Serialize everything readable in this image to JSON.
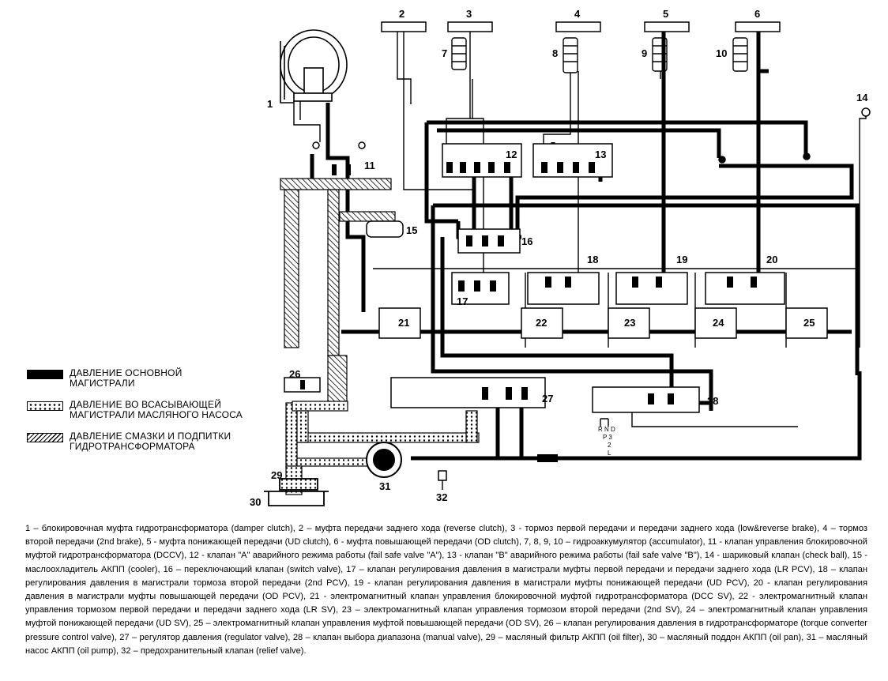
{
  "labels": {
    "n1": "1",
    "n2": "2",
    "n3": "3",
    "n4": "4",
    "n5": "5",
    "n6": "6",
    "n7": "7",
    "n8": "8",
    "n9": "9",
    "n10": "10",
    "n11": "11",
    "n12": "12",
    "n13": "13",
    "n14": "14",
    "n15": "15",
    "n16": "16",
    "n17": "17",
    "n18": "18",
    "n19": "19",
    "n20": "20",
    "n21": "21",
    "n22": "22",
    "n23": "23",
    "n24": "24",
    "n25": "25",
    "n26": "26",
    "n27": "27",
    "n28": "28",
    "n29": "29",
    "n30": "30",
    "n31": "31",
    "n32": "32"
  },
  "selector_positions": [
    "R N D",
    "P 3",
    "2",
    "L"
  ],
  "legend": [
    {
      "style": "main",
      "text": "ДАВЛЕНИЕ ОСНОВНОЙ\nМАГИСТРАЛИ"
    },
    {
      "style": "suction",
      "text": "ДАВЛЕНИЕ ВО ВСАСЫВАЮЩЕЙ\nМАГИСТРАЛИ МАСЛЯНОГО НАСОСА"
    },
    {
      "style": "lube",
      "text": "ДАВЛЕНИЕ СМАЗКИ И ПОДПИТКИ\nГИДРОТРАНСФОРМАТОРА"
    }
  ],
  "caption": "1 – блокировочная муфта гидротрансформатора (damper clutch), 2 – муфта передачи заднего хода (reverse clutch), 3 - тормоз первой передачи и передачи заднего хода (low&reverse brake), 4 – тормоз второй передачи (2nd brake), 5 - муфта понижающей передачи (UD clutch), 6 - муфта повышающей передачи (OD clutch), 7, 8, 9, 10 – гидроаккумулятор (accumulator), 11 - клапан управления блокировочной муфтой гидротрансформатора (DCCV), 12 - клапан \"A\" аварийного режима работы (fail safe valve \"A\"), 13 - клапан \"B\" аварийного режима работы (fail safe valve \"B\"), 14 - шариковый клапан (check ball), 15 - маслоохладитель АКПП (cooler), 16 – переключающий клапан (switch valve), 17 – клапан регулирования давления в магистрали муфты первой передачи и передачи заднего хода (LR PCV), 18 – клапан регулирования давления в магистрали тормоза второй передачи (2nd PCV), 19 - клапан регулирования давления в магистрали муфты понижающей передачи (UD PCV), 20 - клапан регулирования давления в магистрали муфты повышающей передачи (OD PCV), 21 - электромагнитный клапан управления блокировочной муфтой гидротрансформатора (DCC SV), 22 - электромагнитный клапан управления тормозом первой передачи и передачи заднего хода (LR SV), 23 – электромагнитный клапан управления тормозом второй передачи (2nd SV), 24 – электромагнитный клапан управления муфтой понижающей передачи (UD SV), 25 – электромагнитный клапан управления муфтой повышающей передачи (OD SV), 26 – клапан регулирования давления в гидротрансформаторе (torque converter pressure control valve), 27 – регулятор давления (regulator valve), 28 – клапан выбора диапазона (manual valve), 29 – масляный фильтр АКПП (oil filter), 30 – масляный поддон АКПП (oil pan), 31 – масляный насос АКПП (oil pump), 32 – предохранительный клапан (relief valve)."
}
